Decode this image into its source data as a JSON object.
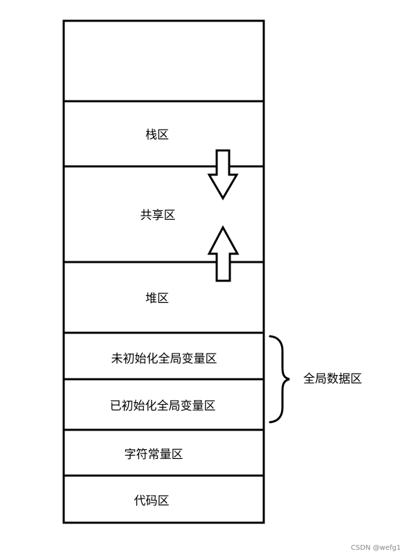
{
  "segments": [
    {
      "label": ""
    },
    {
      "label": "栈区"
    },
    {
      "label": "共享区"
    },
    {
      "label": "堆区"
    },
    {
      "label": "未初始化全局变量区"
    },
    {
      "label": "已初始化全局变量区"
    },
    {
      "label": "字符常量区"
    },
    {
      "label": "代码区"
    }
  ],
  "group": {
    "label": "全局数据区"
  },
  "arrows": {
    "down": {
      "icon": "arrow-down-icon"
    },
    "up": {
      "icon": "arrow-up-icon"
    }
  },
  "watermark": "CSDN @wefg1"
}
